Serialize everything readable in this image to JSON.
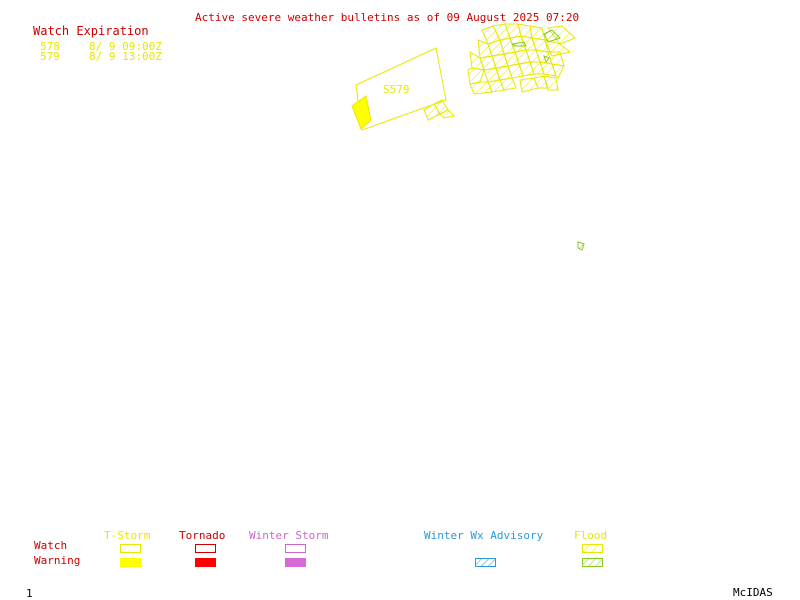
{
  "header": {
    "title": "Active severe weather bulletins as of 09 August 2025 07:20"
  },
  "watch_expiration": {
    "heading": "Watch Expiration",
    "rows": [
      {
        "id": "578",
        "expires": "8/ 9 09:00Z"
      },
      {
        "id": "579",
        "expires": "8/ 9 13:00Z"
      }
    ]
  },
  "map": {
    "watch_box_label": "S579"
  },
  "legend": {
    "row_watch": "Watch",
    "row_warning": "Warning",
    "tstorm": "T-Storm",
    "tornado": "Tornado",
    "winter_storm": "Winter Storm",
    "winter_wx_advisory": "Winter Wx Advisory",
    "flood": "Flood",
    "colors": {
      "tstorm": "#ffff00",
      "tornado": "#ff0000",
      "winter_storm": "#d86ad8",
      "winter_wx_advisory": "#2a9bd6",
      "flood_watch": "#e8e800",
      "flood_warning": "#88cc22"
    }
  },
  "footer": {
    "frame": "1",
    "app": "McIDAS"
  }
}
